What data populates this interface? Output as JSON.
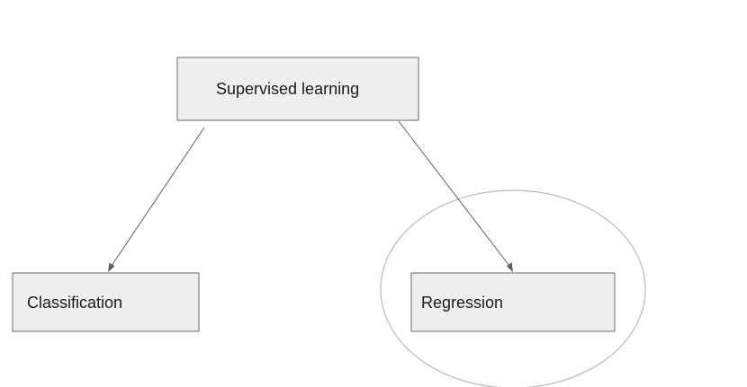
{
  "diagram": {
    "nodes": {
      "root": {
        "label": "Supervised learning"
      },
      "classification": {
        "label": "Classification"
      },
      "regression": {
        "label": "Regression"
      }
    },
    "edges": [
      {
        "from": "root",
        "to": "classification"
      },
      {
        "from": "root",
        "to": "regression"
      }
    ],
    "highlight": {
      "target": "regression",
      "shape": "ellipse",
      "color": "#a9bfc4"
    },
    "colors": {
      "node_fill": "#efefef",
      "node_stroke": "#6a6a6a",
      "edge": "#5f5f5f",
      "text": "#1a1a1a"
    }
  }
}
